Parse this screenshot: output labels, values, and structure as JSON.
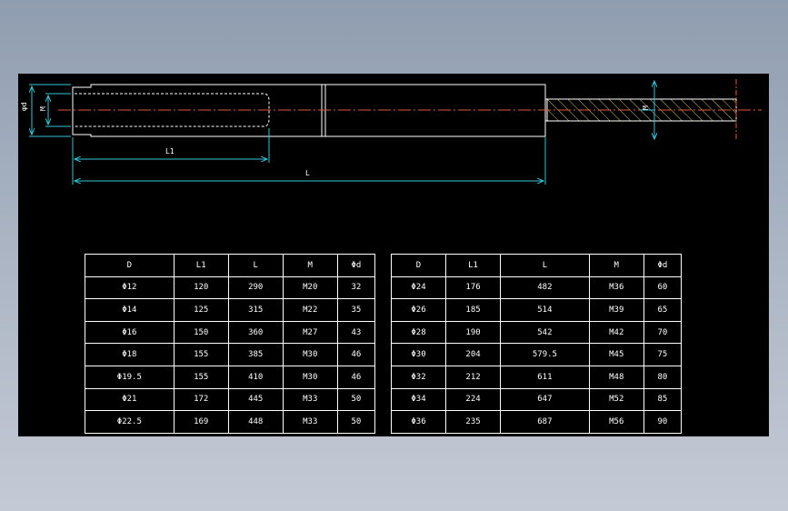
{
  "drawing": {
    "labels": {
      "d": "d",
      "phi": "φ",
      "M": "M",
      "L1": "L1",
      "L": "L"
    }
  },
  "colors": {
    "background": "#000000",
    "outline": "#ffffff",
    "centerline": "#e05a3a",
    "dimension": "#33c6d6",
    "hatch": "#d8c060"
  },
  "tables": [
    {
      "headers": [
        "D",
        "L1",
        "L",
        "M",
        "Φd"
      ],
      "rows": [
        [
          "Φ12",
          "120",
          "290",
          "M20",
          "32"
        ],
        [
          "Φ14",
          "125",
          "315",
          "M22",
          "35"
        ],
        [
          "Φ16",
          "150",
          "360",
          "M27",
          "43"
        ],
        [
          "Φ18",
          "155",
          "385",
          "M30",
          "46"
        ],
        [
          "Φ19.5",
          "155",
          "410",
          "M30",
          "46"
        ],
        [
          "Φ21",
          "172",
          "445",
          "M33",
          "50"
        ],
        [
          "Φ22.5",
          "169",
          "448",
          "M33",
          "50"
        ]
      ]
    },
    {
      "headers": [
        "D",
        "L1",
        "L",
        "M",
        "Φd"
      ],
      "rows": [
        [
          "Φ24",
          "176",
          "482",
          "M36",
          "60"
        ],
        [
          "Φ26",
          "185",
          "514",
          "M39",
          "65"
        ],
        [
          "Φ28",
          "190",
          "542",
          "M42",
          "70"
        ],
        [
          "Φ30",
          "204",
          "579.5",
          "M45",
          "75"
        ],
        [
          "Φ32",
          "212",
          "611",
          "M48",
          "80"
        ],
        [
          "Φ34",
          "224",
          "647",
          "M52",
          "85"
        ],
        [
          "Φ36",
          "235",
          "687",
          "M56",
          "90"
        ]
      ]
    }
  ]
}
